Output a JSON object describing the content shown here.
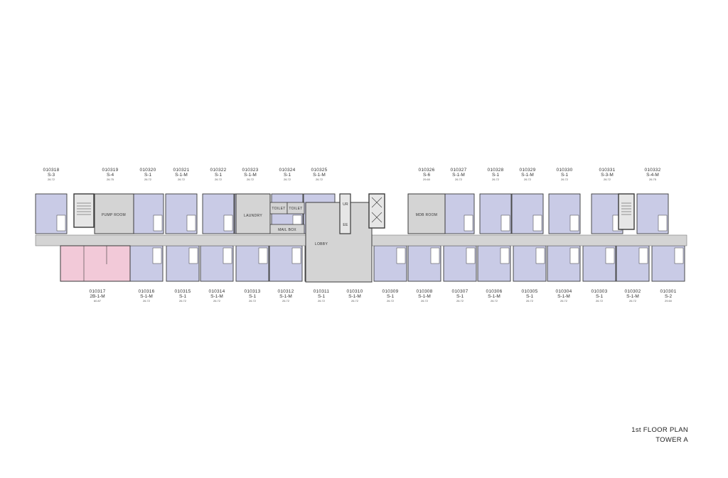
{
  "title": {
    "line1": "1st FLOOR PLAN",
    "line2": "TOWER A"
  },
  "colors": {
    "unit_fill": "#c9cbe6",
    "highlight_fill": "#f2c9d8",
    "common_fill": "#d4d4d4",
    "wall": "#3a3a3a"
  },
  "rooms": {
    "pump_room": "PUMP ROOM",
    "laundry": "LAUNDRY",
    "toilet_1": "TOILET",
    "toilet_2": "TOILET",
    "mail_box": "MAIL BOX",
    "lobby": "LOBBY",
    "mdb_room": "MDB ROOM",
    "lift_top": "UR",
    "lift_bottom": "EE"
  },
  "top_units": [
    {
      "id": "010318",
      "type": "S-3",
      "area": "26.72"
    },
    {
      "id": "010319",
      "type": "S-4",
      "area": "26.75"
    },
    {
      "id": "010320",
      "type": "S-1",
      "area": "26.72"
    },
    {
      "id": "010321",
      "type": "S-1-M",
      "area": "26.72"
    },
    {
      "id": "010322",
      "type": "S-1",
      "area": "26.72"
    },
    {
      "id": "010323",
      "type": "S-1-M",
      "area": "26.72"
    },
    {
      "id": "010324",
      "type": "S-1",
      "area": "26.72"
    },
    {
      "id": "010325",
      "type": "S-1-M",
      "area": "26.72"
    },
    {
      "id": "010326",
      "type": "S-6",
      "area": "29.60"
    },
    {
      "id": "010327",
      "type": "S-1-M",
      "area": "26.72"
    },
    {
      "id": "010328",
      "type": "S-1",
      "area": "26.72"
    },
    {
      "id": "010329",
      "type": "S-1-M",
      "area": "26.72"
    },
    {
      "id": "010330",
      "type": "S-1",
      "area": "26.72"
    },
    {
      "id": "010331",
      "type": "S-3-M",
      "area": "26.72"
    },
    {
      "id": "010332",
      "type": "S-4-M",
      "area": "26.75"
    }
  ],
  "bottom_units": [
    {
      "id": "010317",
      "type": "2B-1-M",
      "area": "60.87"
    },
    {
      "id": "010316",
      "type": "S-1-M",
      "area": "26.72"
    },
    {
      "id": "010315",
      "type": "S-1",
      "area": "26.72"
    },
    {
      "id": "010314",
      "type": "S-1-M",
      "area": "26.72"
    },
    {
      "id": "010313",
      "type": "S-1",
      "area": "26.72"
    },
    {
      "id": "010312",
      "type": "S-1-M",
      "area": "26.72"
    },
    {
      "id": "010311",
      "type": "S-1",
      "area": "26.72"
    },
    {
      "id": "010310",
      "type": "S-1-M",
      "area": "26.72"
    },
    {
      "id": "010309",
      "type": "S-1",
      "area": "26.72"
    },
    {
      "id": "010308",
      "type": "S-1-M",
      "area": "26.72"
    },
    {
      "id": "010307",
      "type": "S-1",
      "area": "26.72"
    },
    {
      "id": "010306",
      "type": "S-1-M",
      "area": "26.72"
    },
    {
      "id": "010305",
      "type": "S-1",
      "area": "26.72"
    },
    {
      "id": "010304",
      "type": "S-1-M",
      "area": "26.72"
    },
    {
      "id": "010303",
      "type": "S-1",
      "area": "26.72"
    },
    {
      "id": "010302",
      "type": "S-1-M",
      "area": "26.72"
    },
    {
      "id": "010301",
      "type": "S-2",
      "area": "29.60"
    }
  ]
}
